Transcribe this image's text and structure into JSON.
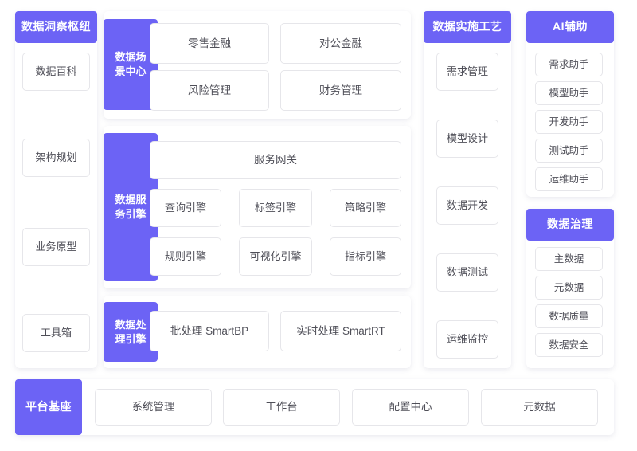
{
  "accent_color": "#6c63f5",
  "box_border_color": "#e6e6ea",
  "text_color": "#4f4f58",
  "columns": {
    "insight_hub": {
      "header": "数据洞察枢纽",
      "items": [
        {
          "label": "数据百科"
        },
        {
          "label": "架构规划"
        },
        {
          "label": "业务原型"
        },
        {
          "label": "工具箱"
        }
      ]
    },
    "scene_center": {
      "header": "数据场景中心",
      "items": [
        {
          "label": "零售金融"
        },
        {
          "label": "对公金融"
        },
        {
          "label": "风险管理"
        },
        {
          "label": "财务管理"
        }
      ]
    },
    "service_engine": {
      "header": "数据服务引擎",
      "gateway": "服务网关",
      "items": [
        {
          "label": "查询引擎"
        },
        {
          "label": "标签引擎"
        },
        {
          "label": "策略引擎"
        },
        {
          "label": "规则引擎"
        },
        {
          "label": "可视化引擎"
        },
        {
          "label": "指标引擎"
        }
      ]
    },
    "processing_engine": {
      "header": "数据处理引擎",
      "items": [
        {
          "label": "批处理 SmartBP"
        },
        {
          "label": "实时处理  SmartRT"
        }
      ]
    },
    "implementation_process": {
      "header": "数据实施工艺",
      "items": [
        {
          "label": "需求管理"
        },
        {
          "label": "模型设计"
        },
        {
          "label": "数据开发"
        },
        {
          "label": "数据测试"
        },
        {
          "label": "运维监控"
        }
      ]
    },
    "ai_assist": {
      "header": "AI辅助",
      "items": [
        {
          "label": "需求助手"
        },
        {
          "label": "模型助手"
        },
        {
          "label": "开发助手"
        },
        {
          "label": "测试助手"
        },
        {
          "label": "运维助手"
        }
      ]
    },
    "data_governance": {
      "header": "数据治理",
      "items": [
        {
          "label": "主数据"
        },
        {
          "label": "元数据"
        },
        {
          "label": "数据质量"
        },
        {
          "label": "数据安全"
        }
      ]
    },
    "platform_base": {
      "header": "平台基座",
      "items": [
        {
          "label": "系统管理"
        },
        {
          "label": "工作台"
        },
        {
          "label": "配置中心"
        },
        {
          "label": "元数据"
        }
      ]
    }
  }
}
